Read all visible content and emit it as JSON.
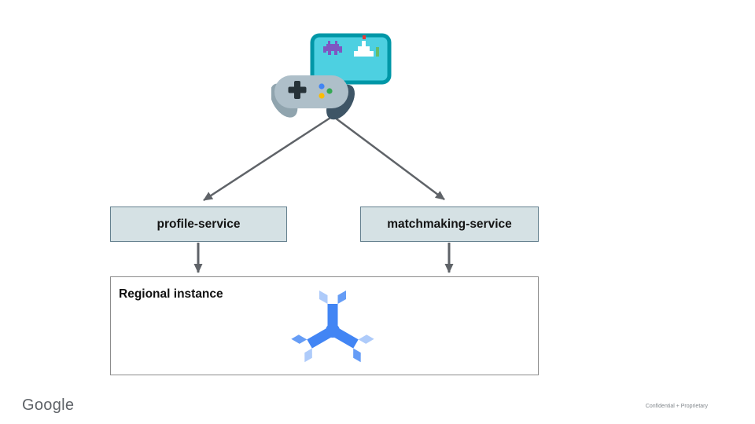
{
  "slide": {
    "nodes": {
      "profile_service": {
        "label": "profile-service"
      },
      "matchmaking_service": {
        "label": "matchmaking-service"
      },
      "regional_instance": {
        "label": "Regional instance"
      }
    },
    "icons": {
      "client": "game-controller-with-arcade-screen",
      "database": "cloud-spanner"
    },
    "edges": [
      {
        "from": "game-client",
        "to": "profile-service"
      },
      {
        "from": "game-client",
        "to": "matchmaking-service"
      },
      {
        "from": "profile-service",
        "to": "regional-instance"
      },
      {
        "from": "matchmaking-service",
        "to": "regional-instance"
      }
    ],
    "colors": {
      "service_box_bg": "#d5e1e4",
      "service_box_border": "#64808e",
      "regional_box_border": "#8c8c8c",
      "arrow": "#5f6368",
      "screen_teal": "#4dd0e1",
      "screen_border": "#0097a7",
      "spanner_primary": "#4285f4",
      "spanner_mid": "#669df6",
      "spanner_light": "#aecbfa"
    },
    "footer": {
      "logo": "Google",
      "note": "Confidential + Proprietary"
    }
  }
}
